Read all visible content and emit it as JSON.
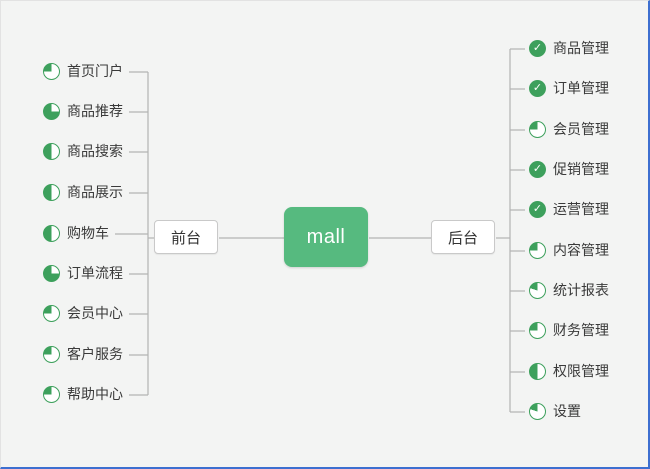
{
  "root": {
    "label": "mall"
  },
  "branches": {
    "front": {
      "label": "前台",
      "items": [
        {
          "label": "首页门户",
          "icon": "pie",
          "progress": 0.25
        },
        {
          "label": "商品推荐",
          "icon": "pie",
          "progress": 0.75
        },
        {
          "label": "商品搜索",
          "icon": "pie",
          "progress": 0.5
        },
        {
          "label": "商品展示",
          "icon": "pie",
          "progress": 0.5
        },
        {
          "label": "购物车",
          "icon": "pie",
          "progress": 0.5
        },
        {
          "label": "订单流程",
          "icon": "pie",
          "progress": 0.75
        },
        {
          "label": "会员中心",
          "icon": "pie",
          "progress": 0.25
        },
        {
          "label": "客户服务",
          "icon": "pie",
          "progress": 0.25
        },
        {
          "label": "帮助中心",
          "icon": "pie",
          "progress": 0.25
        }
      ]
    },
    "back": {
      "label": "后台",
      "items": [
        {
          "label": "商品管理",
          "icon": "check"
        },
        {
          "label": "订单管理",
          "icon": "check"
        },
        {
          "label": "会员管理",
          "icon": "pie",
          "progress": 0.25
        },
        {
          "label": "促销管理",
          "icon": "check"
        },
        {
          "label": "运营管理",
          "icon": "check"
        },
        {
          "label": "内容管理",
          "icon": "pie",
          "progress": 0.25
        },
        {
          "label": "统计报表",
          "icon": "pie",
          "progress": 0.2
        },
        {
          "label": "财务管理",
          "icon": "pie",
          "progress": 0.25
        },
        {
          "label": "权限管理",
          "icon": "pie",
          "progress": 0.5
        },
        {
          "label": "设置",
          "icon": "pie",
          "progress": 0.2
        }
      ]
    }
  },
  "colors": {
    "accent_green": "#56ba7f",
    "icon_green": "#3da05c",
    "line_gray": "#b3b3b3",
    "selection_blue": "#3d6fd0"
  }
}
